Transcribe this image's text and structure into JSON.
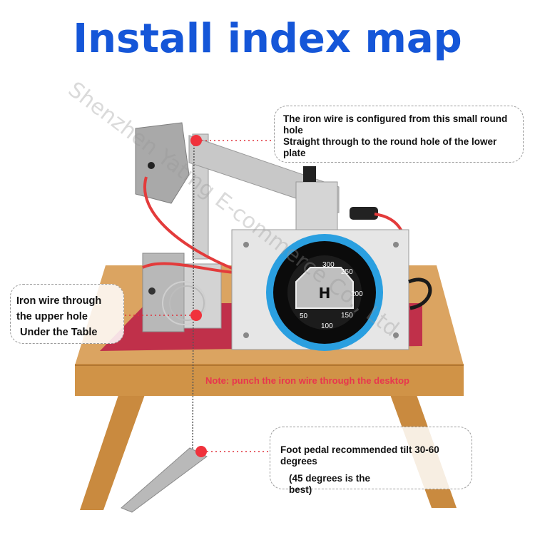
{
  "title": "Install index map",
  "watermark": "Shenzhen Yating E-commerce Co., Ltd.",
  "callouts": {
    "top": {
      "line1": "The iron wire is configured from this small round",
      "line2": "hole",
      "line3": "Straight through to the round hole of the lower",
      "line4": "plate"
    },
    "left": {
      "line1": "Iron wire through",
      "line2": "the upper hole",
      "line3": "Under the Table"
    },
    "bottom": {
      "line1": "Foot pedal recommended tilt 30-60 degrees",
      "line2": "(45 degrees is the",
      "line3": "best)"
    }
  },
  "note": "Note: punch the iron wire through the desktop",
  "dial": {
    "marks": [
      "300",
      "250",
      "200",
      "150",
      "100",
      "50"
    ]
  },
  "colors": {
    "title": "#1556d8",
    "note": "#e8364e",
    "marker": "#f0323c",
    "table": "#d79a4e"
  }
}
